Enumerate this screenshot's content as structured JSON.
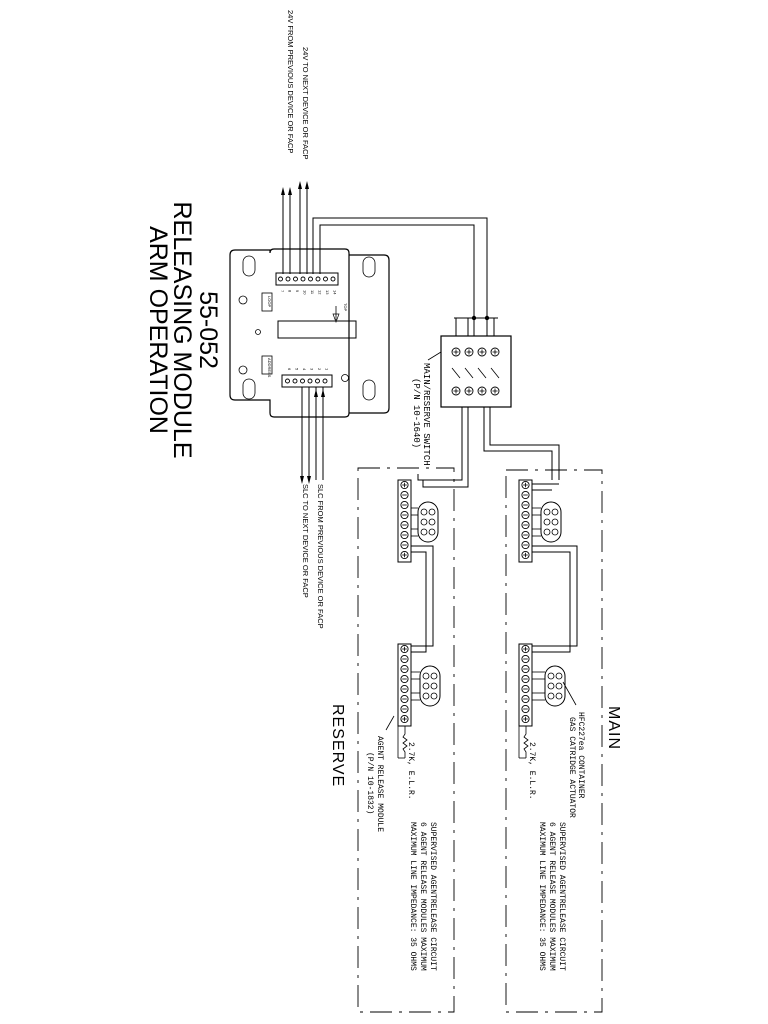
{
  "title": {
    "line1": "55-052",
    "line2": "RELEASING MODULE",
    "line3": "ARM OPERATION"
  },
  "wiring_labels": {
    "v24_next": "24V TO NEXT DEVICE OR FACP",
    "v24_prev": "24V FROM PREVIOUS DEVICE OR FACP",
    "slc_prev": "SLC FROM PREVIOUS DEVICE OR FACP",
    "slc_next": "SLC TO NEXT DEVICE OR FACP"
  },
  "module": {
    "loop_label": "LOOP",
    "address_label": "ADDRESS",
    "top_label": "TOP",
    "top_terminals": [
      "7",
      "8",
      "9",
      "10",
      "11",
      "12",
      "13",
      "14"
    ],
    "bottom_terminals": [
      "6",
      "5",
      "4",
      "3",
      "2",
      "1"
    ]
  },
  "switch": {
    "line1": "MAIN/RESERVE SWITCH",
    "line2": "(P/N 10-1640)"
  },
  "sections": {
    "main": "MAIN",
    "reserve": "RESERVE"
  },
  "main_panel": {
    "actuator_line1": "HFC227ea CONTAINER",
    "actuator_line2": "GAS CATRIDGE ACTUATOR",
    "elr": "2.7K, E.L.R.",
    "note_line1": "SUPERVISED AGENTRELEASE CIRCUIT",
    "note_line2": "6 AGENT RELEASE MODULES MAXIMUM",
    "note_line3": "MAXIMUM LINE IMPEDANCE: 35 OHMS"
  },
  "reserve_panel": {
    "elr": "2.7K, E.L.R.",
    "module_line1": "AGENT RELEASE MODULE",
    "module_line2": "(P/N 10-1832)",
    "note_line1": "SUPERVISED AGENTRELEASE CIRCUIT",
    "note_line2": "6 AGENT RELEASE MODULES MAXIMUM",
    "note_line3": "MAXIMUM LINE IMPEDANCE: 35 OHMS"
  },
  "colors": {
    "ink": "#000000",
    "paper": "#ffffff"
  }
}
